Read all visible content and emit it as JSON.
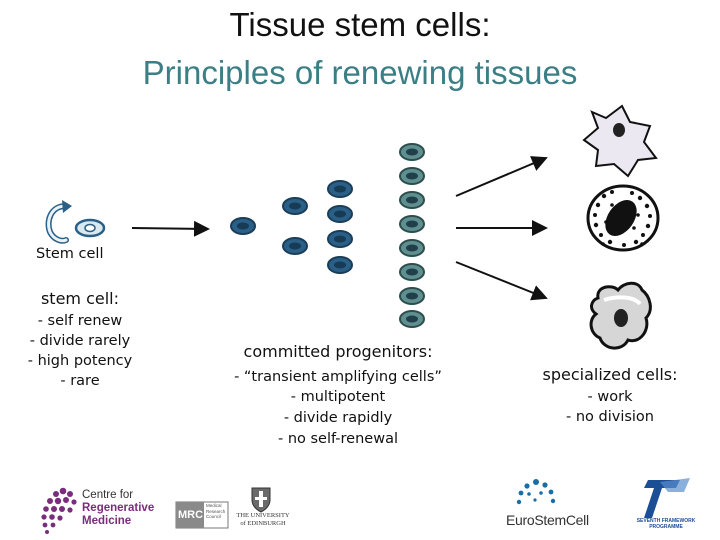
{
  "title": {
    "line1": "Tissue stem cells:",
    "line2": "Principles of renewing tissues"
  },
  "stem": {
    "cell_label": "Stem cell",
    "heading": "stem cell:",
    "points": [
      "- self renew",
      "- divide rarely",
      "- high potency",
      "- rare"
    ]
  },
  "progenitors": {
    "heading": "committed progenitors:",
    "points": [
      "- “transient amplifying cells”",
      "- multipotent",
      "- divide rapidly",
      "- no self-renewal"
    ]
  },
  "specialized": {
    "heading": "specialized cells:",
    "points": [
      "- work",
      "- no division"
    ]
  },
  "logos": {
    "crm": {
      "line1": "Centre for",
      "line2": "Regenerative",
      "line3": "Medicine"
    },
    "mrc": "MRC",
    "mrc_sub": [
      "Medical",
      "Research",
      "Council"
    ],
    "edinburgh": [
      "THE UNIVERSITY",
      "of EDINBURGH"
    ],
    "eurostemcell": "EuroStemCell",
    "fp7": [
      "SEVENTH FRAMEWORK",
      "PROGRAMME"
    ]
  },
  "colors": {
    "title_accent": "#3b7f86",
    "progenitor_fill": "#2a5f88",
    "late_progenitor_fill": "#5f8f8f",
    "crm_purple": "#7b2d7d",
    "eurostem_blue": "#1a6ea8"
  }
}
